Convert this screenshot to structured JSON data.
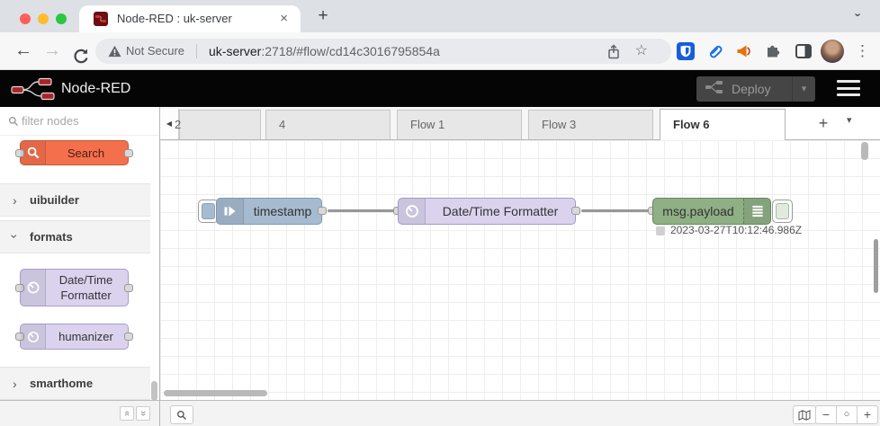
{
  "browser": {
    "tab_title": "Node-RED : uk-server",
    "close_glyph": "×",
    "new_tab_glyph": "+",
    "back_glyph": "←",
    "forward_glyph": "→",
    "security_label": "Not Secure",
    "url_host": "uk-server",
    "url_path": ":2718/#flow/cd14c3016795854a",
    "star_glyph": "☆",
    "menu_glyph": "⋮"
  },
  "header": {
    "title": "Node-RED",
    "deploy_label": "Deploy",
    "deploy_caret": "▾"
  },
  "palette": {
    "filter_placeholder": "filter nodes",
    "search_node_label": "Search",
    "categories": [
      {
        "label": "uibuilder",
        "expanded": false
      },
      {
        "label": "formats",
        "expanded": true
      },
      {
        "label": "smarthome",
        "expanded": false
      }
    ],
    "chevron_collapsed": "›",
    "chevron_expanded": "›",
    "node_datetime_line1": "Date/Time",
    "node_datetime_line2": "Formatter",
    "node_humanizer": "humanizer",
    "footer_collapse_glyph": "«",
    "footer_expand_glyph": "»"
  },
  "flow_tabs": {
    "scroll_left_glyph": "◀",
    "tabs": [
      {
        "label": "2"
      },
      {
        "label": "4"
      },
      {
        "label": "Flow 1"
      },
      {
        "label": "Flow 3"
      },
      {
        "label": "Flow 6"
      }
    ],
    "active_tab": "Flow 6",
    "add_glyph": "+",
    "menu_glyph": "▾"
  },
  "canvas": {
    "inject_label": "timestamp",
    "formatter_label": "Date/Time Formatter",
    "debug_label": "msg.payload",
    "debug_status": "2023-03-27T10:12:46.986Z"
  },
  "footer": {
    "zoom_out_glyph": "−",
    "zoom_reset_glyph": "○",
    "zoom_in_glyph": "+"
  },
  "colors": {
    "inject_node": "#a6bbcf",
    "formatter_node": "#dbd3ee",
    "debug_node": "#8faf85",
    "search_node": "#f4704d",
    "wire": "#979797",
    "nr_header_bg": "#050505",
    "traffic_red": "#ff5f57",
    "traffic_yellow": "#febc2e",
    "traffic_green": "#28c840",
    "bitwarden_blue": "#175ddc"
  }
}
